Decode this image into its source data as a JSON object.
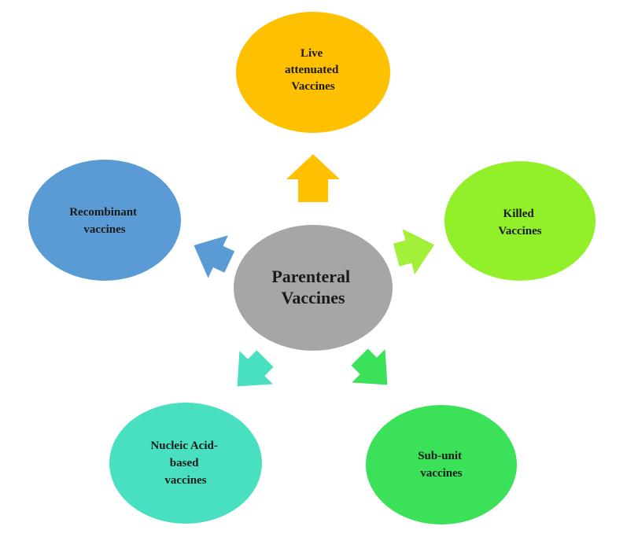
{
  "center": {
    "lines": [
      "Parenteral",
      "Vaccines"
    ],
    "color": "#a6a6a6"
  },
  "nodes": [
    {
      "id": "live-attenuated",
      "lines": [
        "Live",
        "attenuated",
        "Vaccines"
      ],
      "color": "#ffc000",
      "arrow_color": "#ffc000"
    },
    {
      "id": "killed",
      "lines": [
        "Killed",
        "Vaccines"
      ],
      "color": "#92f02a",
      "arrow_color": "#a2f03a"
    },
    {
      "id": "sub-unit",
      "lines": [
        "Sub-unit",
        "vaccines"
      ],
      "color": "#3ce15a",
      "arrow_color": "#3ce15a"
    },
    {
      "id": "nucleic-acid",
      "lines": [
        "Nucleic Acid-",
        "based",
        "vaccines"
      ],
      "color": "#48e0c0",
      "arrow_color": "#48e0c0"
    },
    {
      "id": "recombinant",
      "lines": [
        "Recombinant",
        "vaccines"
      ],
      "color": "#5b9bd5",
      "arrow_color": "#5b9bd5"
    }
  ]
}
